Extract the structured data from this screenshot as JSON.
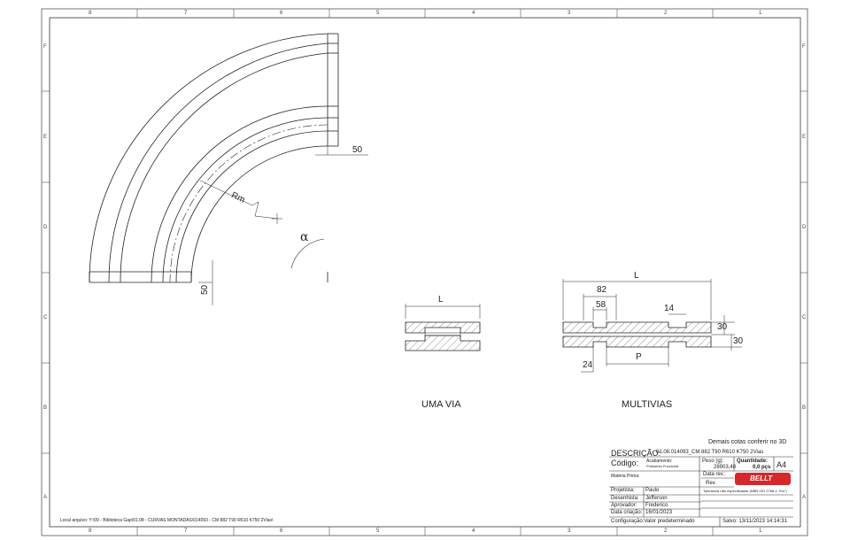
{
  "frame": {
    "columns": [
      "8",
      "7",
      "6",
      "5",
      "4",
      "3",
      "2",
      "1"
    ],
    "rows": [
      "F",
      "E",
      "D",
      "C",
      "B",
      "A"
    ]
  },
  "drawing": {
    "dims": {
      "d50_top": "50",
      "d50_left": "50",
      "rm": "Rm",
      "alpha": "α",
      "L1": "L",
      "L2": "L",
      "d82": "82",
      "d58": "58",
      "d14": "14",
      "d30a": "30",
      "d30b": "30",
      "d24": "24",
      "P": "P"
    },
    "labels": {
      "uma_via": "UMA VIA",
      "multivias": "MULTIVIAS",
      "note": "Demais cotas conferir no 3D"
    }
  },
  "title_block": {
    "descricao_label": "DESCRIÇÃO:",
    "descricao_value": "01.08.014093_CM 882 T90 R610 K750 2Vias",
    "codigo_label": "Código:",
    "acabamento": "Acabamento:",
    "acabamento_value": "Polimento Funcional",
    "peso_label": "Peso (g):",
    "peso_value": "28903,48",
    "quantidade_label": "Quantidade:",
    "quantidade_value": "0,0 pçs",
    "size": "A4",
    "materia_prima": "Matéria Prima:",
    "data_rev": "Data rev.:",
    "rev": "Rev.",
    "logo": "BELLT",
    "tolerance_header": "Tolerância não especificadas (NBR ISO 2768-1 \"f/m\")",
    "projetista_label": "Projetista:",
    "projetista": "Paulo",
    "desenhista_label": "Desenhista:",
    "desenhista": "Jefferson",
    "aprovador_label": "Aprovador:",
    "aprovador": "Frederico",
    "data_criacao_label": "Data criação:",
    "data_criacao": "16/01/2023",
    "configuracao": "Configuração:Valor predeterminado",
    "salvo": "Salvo: 13/11/2023 14:14:31"
  },
  "footer": {
    "local_arquivo": "Local arquivo: Y:\\09 - Biblioteca Gap\\01.08 - CURVAS MONTADAS\\014093 - CM 882 T90 R610 K750 2Vias\\"
  }
}
